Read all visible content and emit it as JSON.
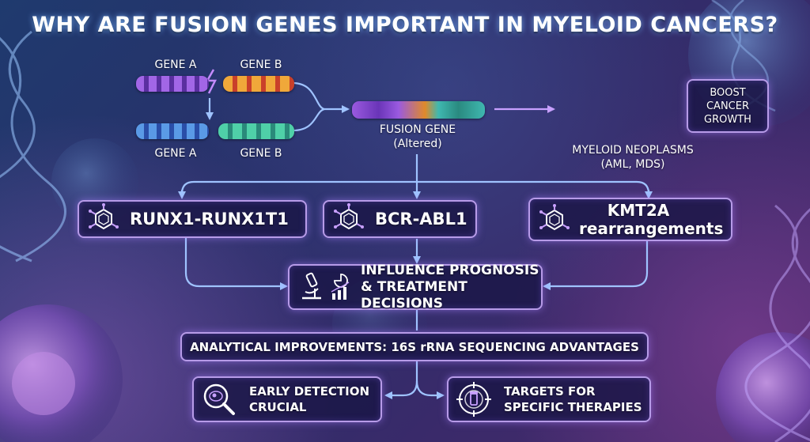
{
  "title": "WHY ARE FUSION GENES IMPORTANT IN MYELOID CANCERS?",
  "genes": {
    "top_left": "GENE A",
    "top_right": "GENE B",
    "bottom_left": "GENE A",
    "bottom_right": "GENE B"
  },
  "fusion": {
    "label": "FUSION GENE",
    "sublabel": "(Altered)"
  },
  "boost": "BOOST CANCER GROWTH",
  "neoplasms": {
    "line1": "MYELOID NEOPLASMS",
    "line2": "(AML, MDS)"
  },
  "fusions": [
    "RUNX1-RUNX1T1",
    "BCR-ABL1",
    "KMT2A rearrangements"
  ],
  "prognosis": {
    "line1": "INFLUENCE PROGNOSIS",
    "line2": "& TREATMENT DECISIONS"
  },
  "analytical": "ANALYTICAL IMPROVEMENTS: 16S rRNA SEQUENCING ADVANTAGES",
  "early": {
    "line1": "EARLY DETECTION",
    "line2": "CRUCIAL"
  },
  "targets": {
    "line1": "TARGETS FOR",
    "line2": "SPECIFIC THERAPIES"
  },
  "icons": [
    "molecule-icon",
    "microscope-icon",
    "chart-icon",
    "magnifier-cell-icon",
    "target-vial-icon"
  ],
  "colors": {
    "gene_a": "#8a4fd6",
    "gene_b": "#e58a1c",
    "gene_teal": "#3fb8b0",
    "border": "#b79be8",
    "arrow": "#9fc3ff"
  }
}
